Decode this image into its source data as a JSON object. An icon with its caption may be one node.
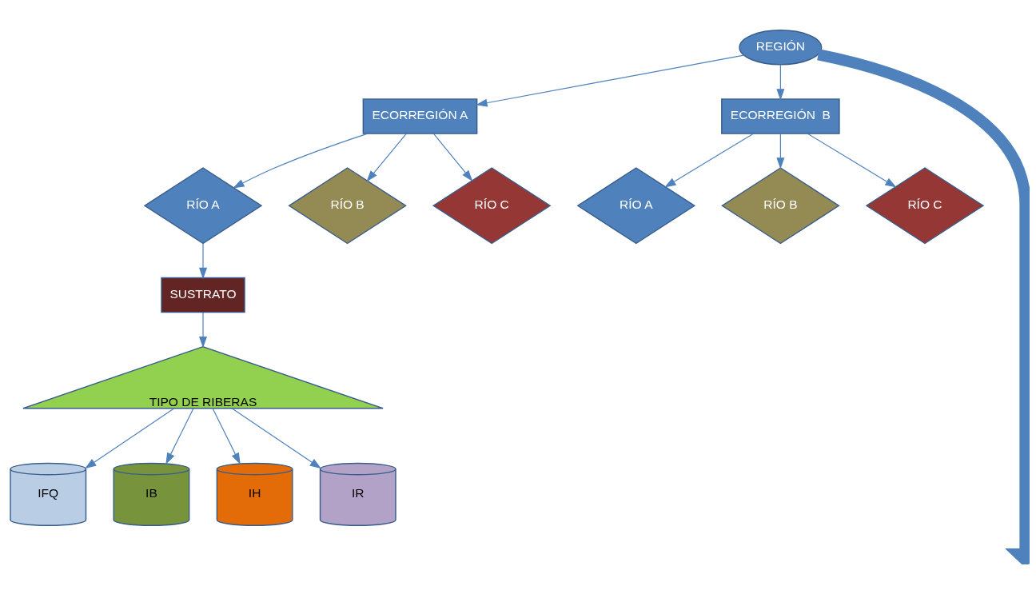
{
  "diagram": {
    "nodes": [
      {
        "text": [
          "REGIÓN"
        ]
      },
      {
        "text": [
          "ECORREGIÓN A"
        ]
      },
      {
        "text": [
          "ECORREGIÓN  B"
        ]
      },
      {
        "text": [
          "RÍO A"
        ]
      },
      {
        "text": [
          "RÍO B"
        ]
      },
      {
        "text": [
          "RÍO C"
        ]
      },
      {
        "text": [
          "RÍO A"
        ]
      },
      {
        "text": [
          "RÍO B"
        ]
      },
      {
        "text": [
          "RÍO C"
        ]
      },
      {
        "text": [
          "SUSTRATO"
        ]
      },
      {
        "text": [
          "TIPO DE RIBERAS"
        ]
      },
      {
        "text": [
          "IFQ"
        ]
      },
      {
        "text": [
          "IB"
        ]
      },
      {
        "text": [
          "IH"
        ]
      },
      {
        "text": [
          "IR"
        ]
      }
    ],
    "edges": [
      {
        "from": 0,
        "to": 1,
        "arrow": "to"
      },
      {
        "from": 0,
        "to": 2,
        "arrow": "to"
      },
      {
        "from": 1,
        "to": 3,
        "arrow": "to"
      },
      {
        "from": 1,
        "to": 4,
        "arrow": "to"
      },
      {
        "from": 1,
        "to": 5,
        "arrow": "to"
      },
      {
        "from": 2,
        "to": 6,
        "arrow": "to"
      },
      {
        "from": 2,
        "to": 7,
        "arrow": "to"
      },
      {
        "from": 2,
        "to": 8,
        "arrow": "to"
      },
      {
        "from": 3,
        "to": 9,
        "arrow": "to"
      },
      {
        "from": 9,
        "to": 10,
        "arrow": "to"
      },
      {
        "from": 10,
        "to": 11,
        "arrow": "to"
      },
      {
        "from": 10,
        "to": 12,
        "arrow": "to"
      },
      {
        "from": 10,
        "to": 13,
        "arrow": "to"
      },
      {
        "from": 10,
        "to": 14,
        "arrow": "to"
      },
      {
        "from": 0,
        "to": null,
        "arrow": "to",
        "style": "thick"
      }
    ]
  }
}
